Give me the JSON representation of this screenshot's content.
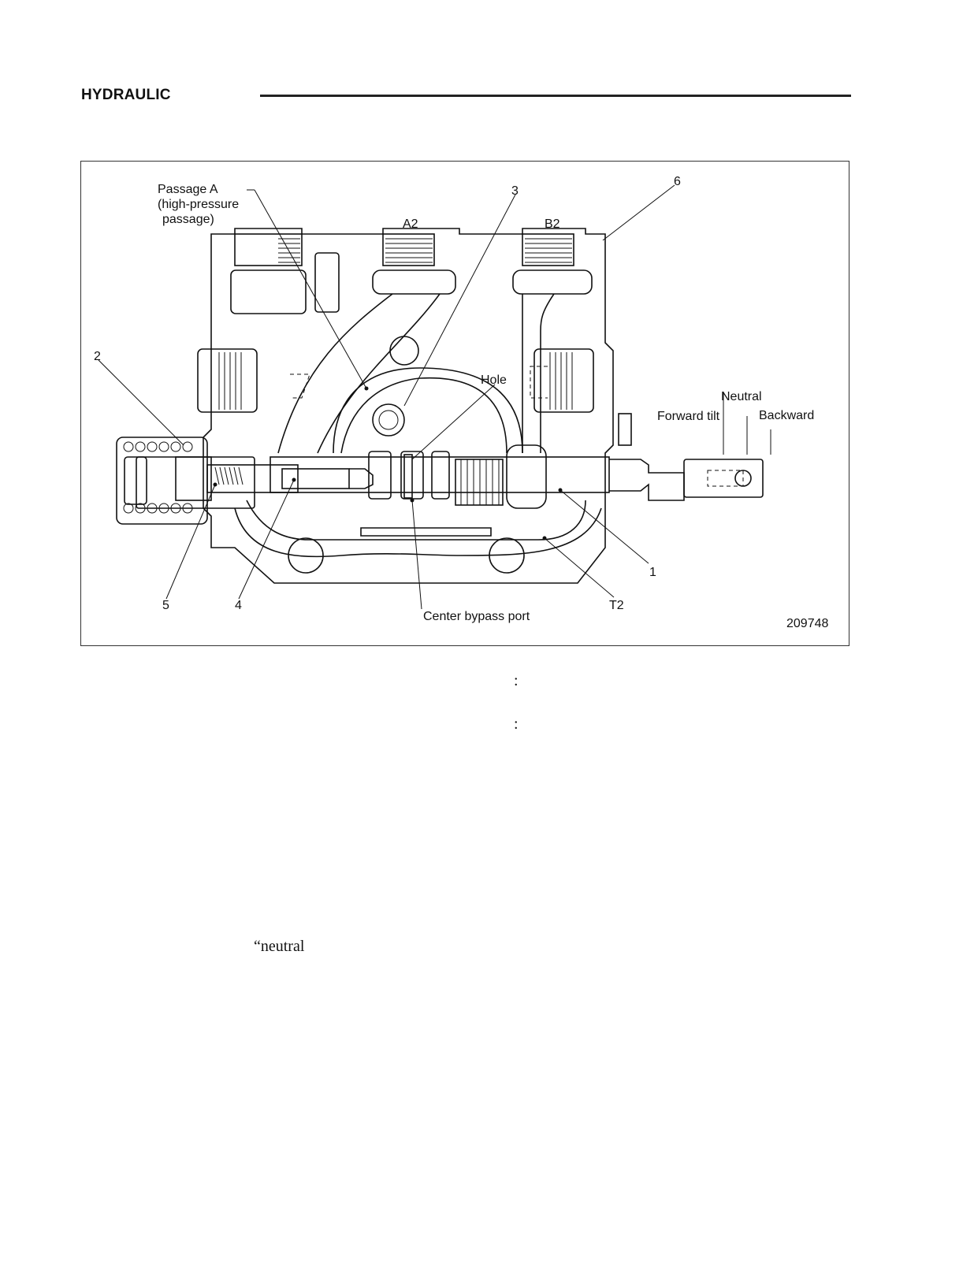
{
  "header": {
    "title": "HYDRAULIC"
  },
  "figure": {
    "labels": {
      "passage_a_line1": "Passage A",
      "passage_a_line2": "(high-pressure",
      "passage_a_line3": "passage)",
      "callout_1": "1",
      "callout_2": "2",
      "callout_3": "3",
      "callout_4": "4",
      "callout_5": "5",
      "callout_6": "6",
      "port_a2": "A2",
      "port_b2": "B2",
      "port_t2": "T2",
      "hole": "Hole",
      "neutral": "Neutral",
      "forward_tilt": "Forward tilt",
      "backward": "Backward",
      "center_bypass_port": "Center bypass port",
      "figure_number": "209748"
    }
  },
  "body_text": {
    "colon_1": ":",
    "colon_2": ":",
    "neutral_fragment": "“neutral"
  }
}
